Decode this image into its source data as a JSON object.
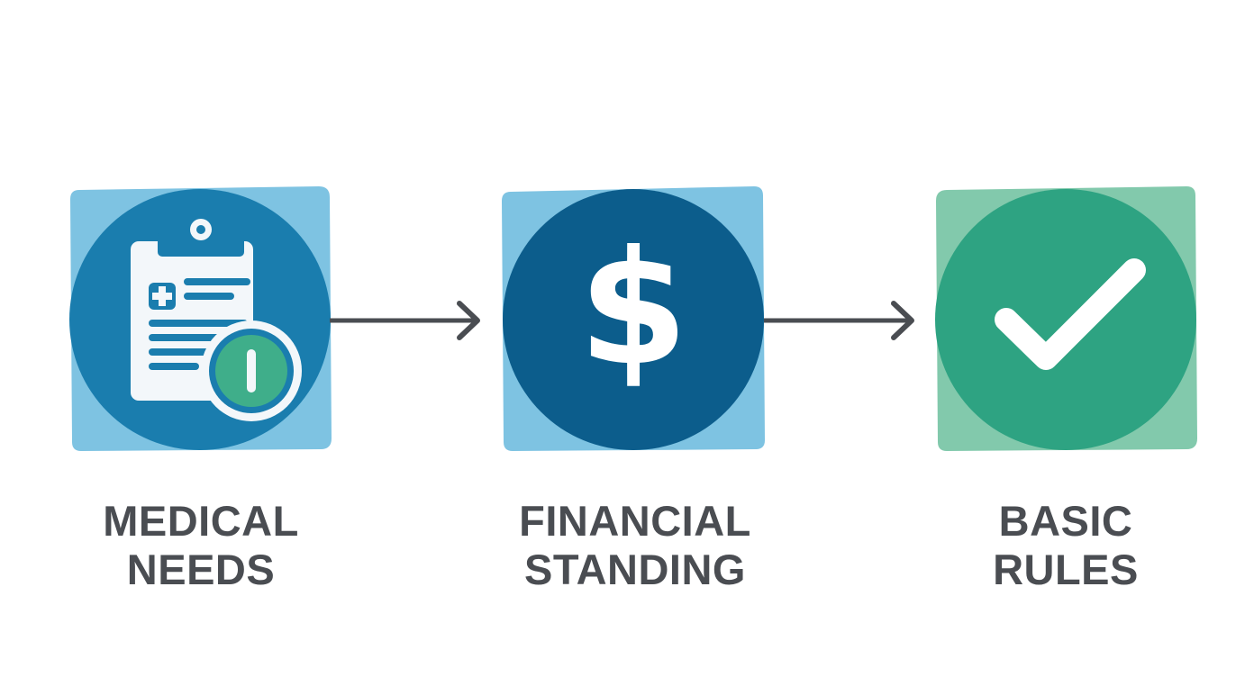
{
  "steps": [
    {
      "id": "medical-needs",
      "icon": "clipboard-medical-icon",
      "line1": "MEDICAL",
      "line2": "NEEDS",
      "colors": {
        "square": "#7ec3e2",
        "circle": "#1a7dae",
        "badge": "#3fae8a"
      }
    },
    {
      "id": "financial-standing",
      "icon": "dollar-sign-icon",
      "line1": "FINANCIAL",
      "line2": "STANDING",
      "colors": {
        "square": "#7ec3e2",
        "circle": "#0c5d8c"
      }
    },
    {
      "id": "basic-rules",
      "icon": "checkmark-icon",
      "line1": "BASIC",
      "line2": "RULES",
      "colors": {
        "square": "#82c9ac",
        "circle": "#2ea382"
      }
    }
  ],
  "arrow_color": "#4a4d52",
  "text_color": "#4a4d52"
}
